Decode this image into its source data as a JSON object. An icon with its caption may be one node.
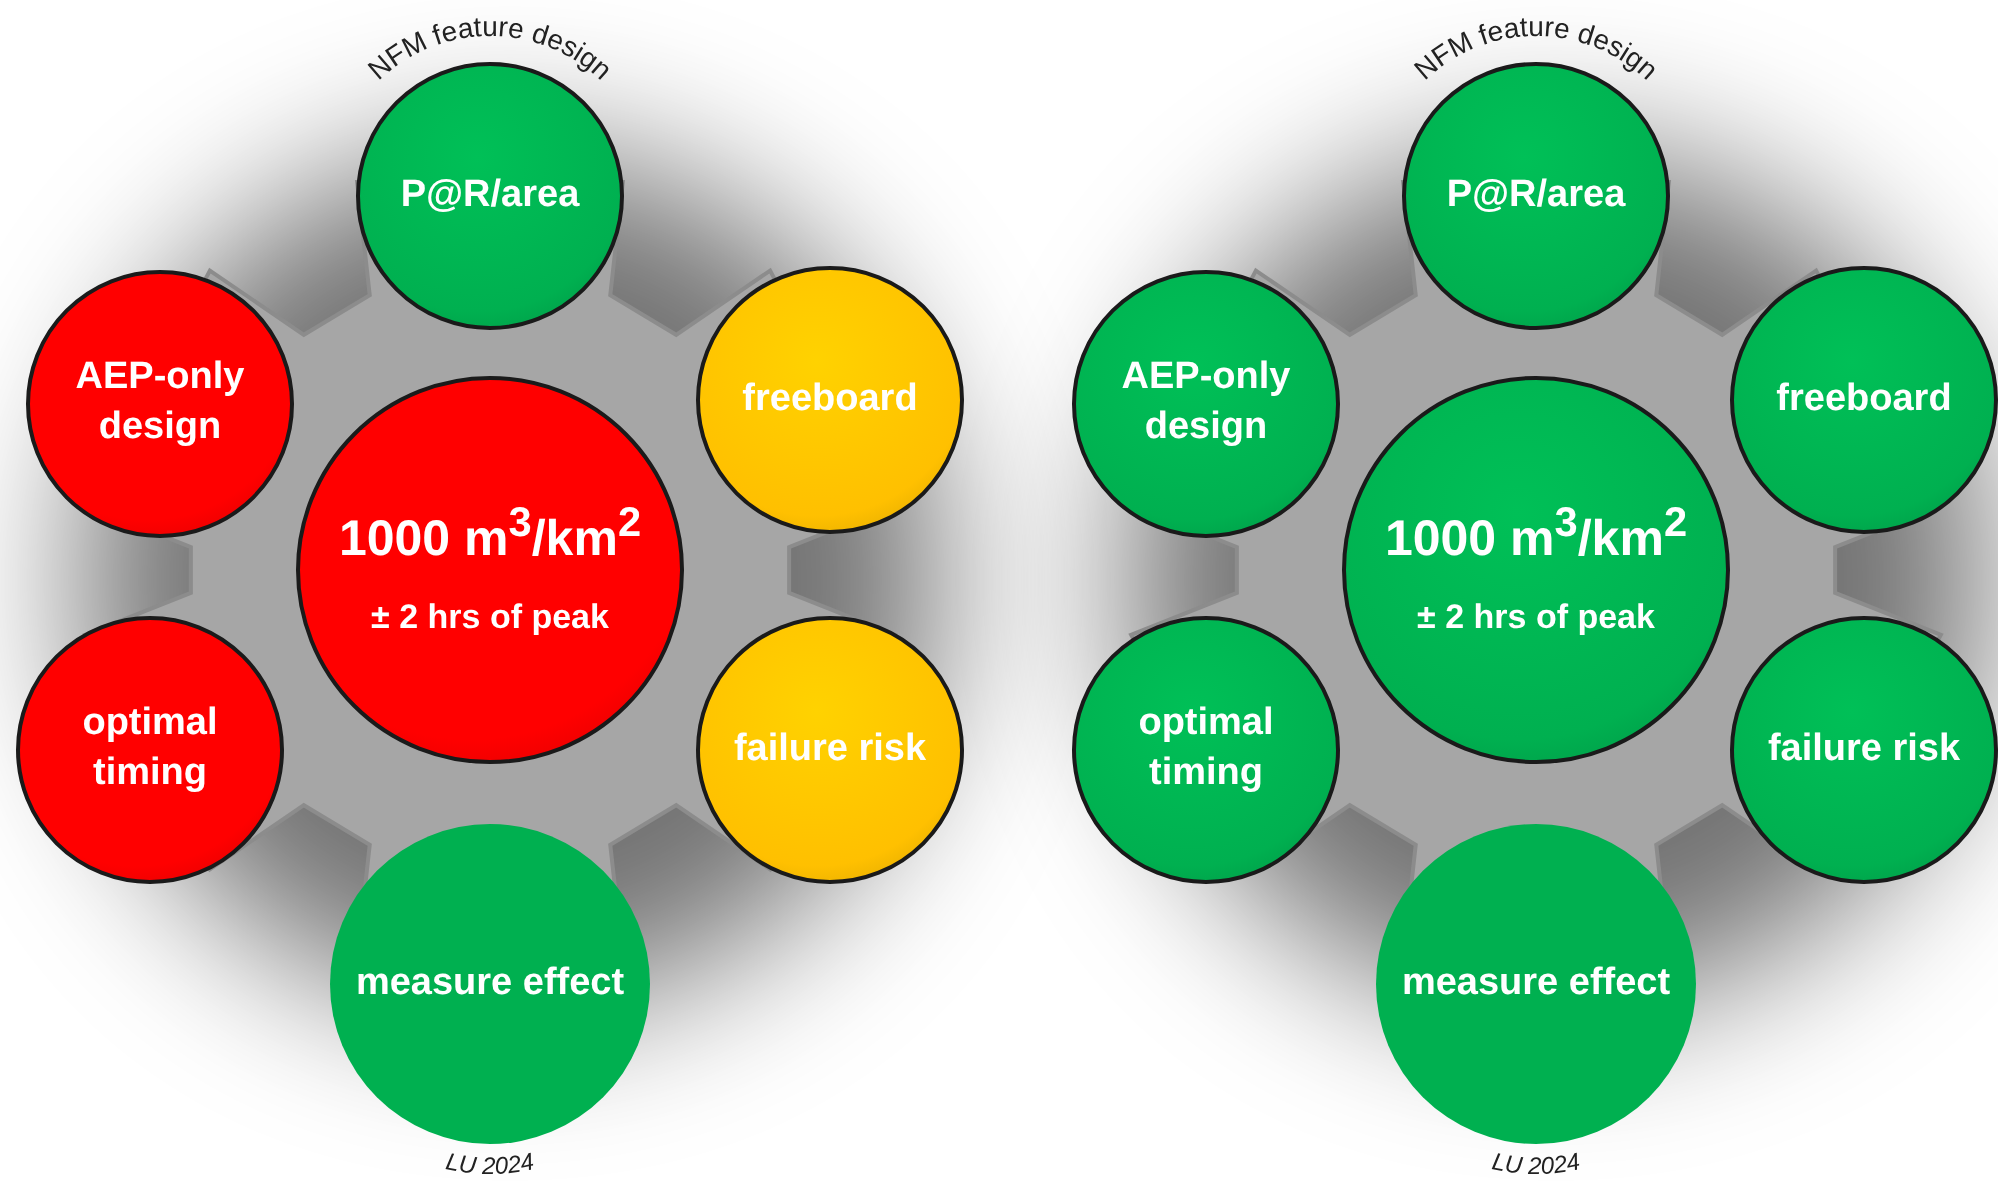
{
  "diagram": {
    "nodes": [
      {
        "text": [
          "P@R/area"
        ]
      },
      {
        "text": [
          "AEP-only design"
        ]
      },
      {
        "text": [
          "freeboard"
        ]
      },
      {
        "text": [
          "1000 m$^{3}$/km$^{2}$",
          "± 2 hrs of peak"
        ]
      },
      {
        "text": [
          "optimal timing"
        ]
      },
      {
        "text": [
          "failure risk"
        ]
      },
      {
        "text": [
          "measure effect"
        ]
      },
      {
        "text": [
          "P@R/area"
        ]
      },
      {
        "text": [
          "AEP-only design"
        ]
      },
      {
        "text": [
          "freeboard"
        ]
      },
      {
        "text": [
          "1000 m$^{3}$/km$^{2}$",
          "± 2 hrs of peak"
        ]
      },
      {
        "text": [
          "optimal timing"
        ]
      },
      {
        "text": [
          "failure risk"
        ]
      },
      {
        "text": [
          "measure effect"
        ]
      }
    ],
    "labels": [
      "NFM feature design",
      "NFM feature design",
      "LU 2024",
      "LU 2024"
    ]
  }
}
